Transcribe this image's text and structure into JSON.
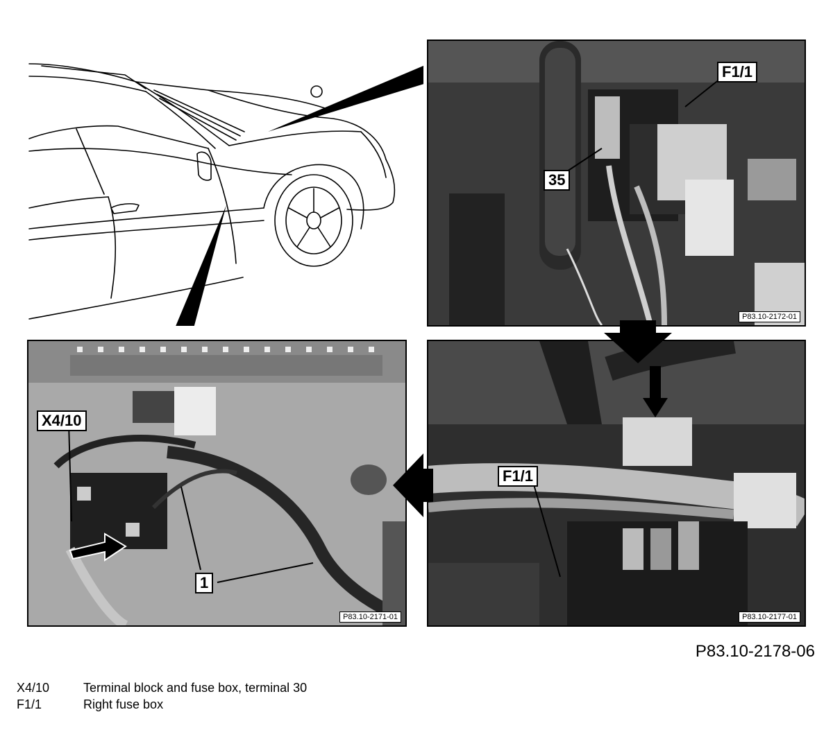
{
  "figure_id": "P83.10-2178-06",
  "panels": {
    "top_right": {
      "ref": "P83.10-2172-01",
      "label_main": "F1/1",
      "label_num": "35"
    },
    "bottom_right": {
      "ref": "P83.10-2177-01",
      "label_main": "F1/1"
    },
    "bottom_left": {
      "ref": "P83.10-2171-01",
      "label_main": "X4/10",
      "label_num": "1"
    }
  },
  "legend": [
    {
      "key": "X4/10",
      "text": "Terminal block and fuse box, terminal 30"
    },
    {
      "key": "F1/1",
      "text": "Right fuse box"
    }
  ]
}
